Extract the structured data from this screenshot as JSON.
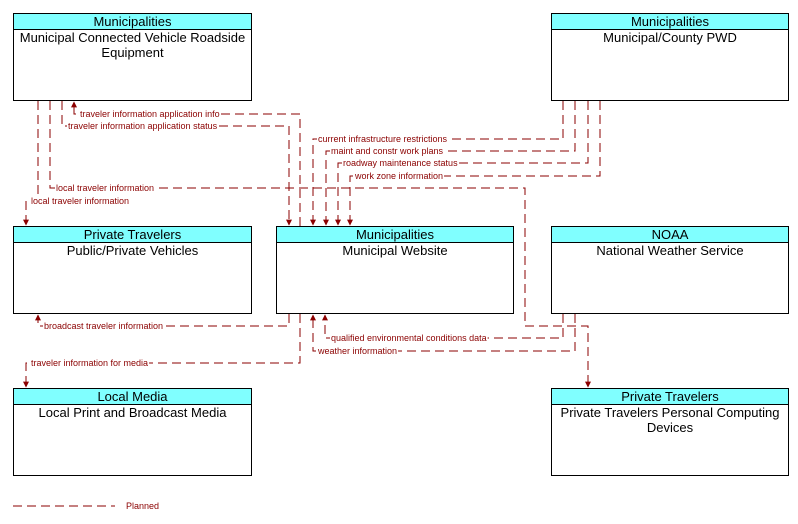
{
  "nodes": {
    "mcvre": {
      "category": "Municipalities",
      "name": "Municipal Connected Vehicle Roadside Equipment"
    },
    "pwd": {
      "category": "Municipalities",
      "name": "Municipal/County PWD"
    },
    "vehicles": {
      "category": "Private Travelers",
      "name": "Public/Private Vehicles"
    },
    "website": {
      "category": "Municipalities",
      "name": "Municipal Website"
    },
    "nws": {
      "category": "NOAA",
      "name": "National Weather Service"
    },
    "media": {
      "category": "Local Media",
      "name": "Local Print and Broadcast Media"
    },
    "devices": {
      "category": "Private Travelers",
      "name": "Private Travelers Personal Computing Devices"
    }
  },
  "flows": {
    "f1": "traveler information application info",
    "f2": "traveler information application status",
    "f3": "current infrastructure restrictions",
    "f4": "maint and constr work plans",
    "f5": "roadway maintenance status",
    "f6": "work zone information",
    "f7": "local traveler information",
    "f8": "local traveler information",
    "f9": "broadcast traveler information",
    "f10": "qualified environmental conditions data",
    "f11": "weather information",
    "f12": "traveler information for media"
  },
  "legend": {
    "label": "Planned"
  },
  "colors": {
    "flow": "#8b0000",
    "header": "#80ffff"
  }
}
